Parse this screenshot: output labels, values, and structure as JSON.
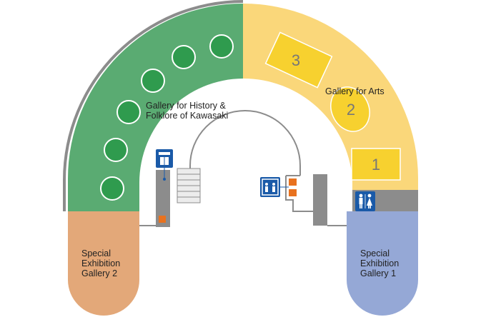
{
  "colors": {
    "history": "#5aab72",
    "history_dot": "#2f9b4e",
    "arts": "#fad77a",
    "arts_exhibit": "#f7d12f",
    "special2": "#e3a879",
    "special1": "#95a8d6",
    "wall": "#8c8c8c",
    "icon_blue": "#1a5aa8",
    "accent_orange": "#e8721f"
  },
  "zones": {
    "history": {
      "label_line1": "Gallery for History &",
      "label_line2": "Folklore of Kawasaki"
    },
    "arts": {
      "label": "Gallery for Arts"
    },
    "special2": {
      "label_line1": "Special",
      "label_line2": "Exhibition",
      "label_line3": "Gallery 2"
    },
    "special1": {
      "label_line1": "Special",
      "label_line2": "Exhibition",
      "label_line3": "Gallery 1"
    }
  },
  "exhibits": [
    {
      "number": "3"
    },
    {
      "number": "2"
    },
    {
      "number": "1"
    }
  ],
  "icons": {
    "elevator_left": "elevator-icon",
    "elevator_right": "elevator-icon",
    "restroom": "restroom-icon"
  }
}
